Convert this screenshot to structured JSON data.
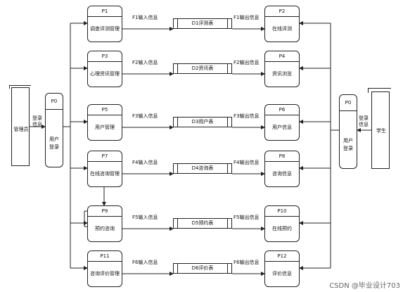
{
  "entities": {
    "admin": "管理员",
    "student": "学生"
  },
  "login_left": {
    "id": "P0",
    "name": "用户登录",
    "flow": "登录信息"
  },
  "login_right": {
    "id": "P0",
    "name": "用户登录",
    "flow": "登录信息"
  },
  "processes_left": [
    {
      "id": "P1",
      "name": "调查评测管理",
      "flow": "F1输入信息"
    },
    {
      "id": "P3",
      "name": "心理资讯管理",
      "flow": "F2输入信息"
    },
    {
      "id": "P5",
      "name": "用户管理",
      "flow": "F3输入信息"
    },
    {
      "id": "P7",
      "name": "在线咨询管理",
      "flow": "F4输入信息"
    },
    {
      "id": "P9",
      "name": "预约咨询",
      "flow": "F5输入信息"
    },
    {
      "id": "P11",
      "name": "咨询评价管理",
      "flow": "F6输入信息"
    }
  ],
  "stores": [
    {
      "name": "D1评测表"
    },
    {
      "name": "D2资讯表"
    },
    {
      "name": "D3用户表"
    },
    {
      "name": "D4咨询表"
    },
    {
      "name": "D5预约表"
    },
    {
      "name": "D6评价表"
    }
  ],
  "processes_right": [
    {
      "id": "P2",
      "name": "在线评测",
      "flow": "F1输出信息"
    },
    {
      "id": "P4",
      "name": "资讯浏览",
      "flow": "F2输出信息"
    },
    {
      "id": "P6",
      "name": "用户信息",
      "flow": "F3输出信息"
    },
    {
      "id": "P8",
      "name": "咨询信息",
      "flow": "F4输出信息"
    },
    {
      "id": "P10",
      "name": "在线预约",
      "flow": "F5输出信息"
    },
    {
      "id": "P12",
      "name": "评价信息",
      "flow": "F6输出信息"
    }
  ],
  "watermark": "CSDN @毕业设计703"
}
